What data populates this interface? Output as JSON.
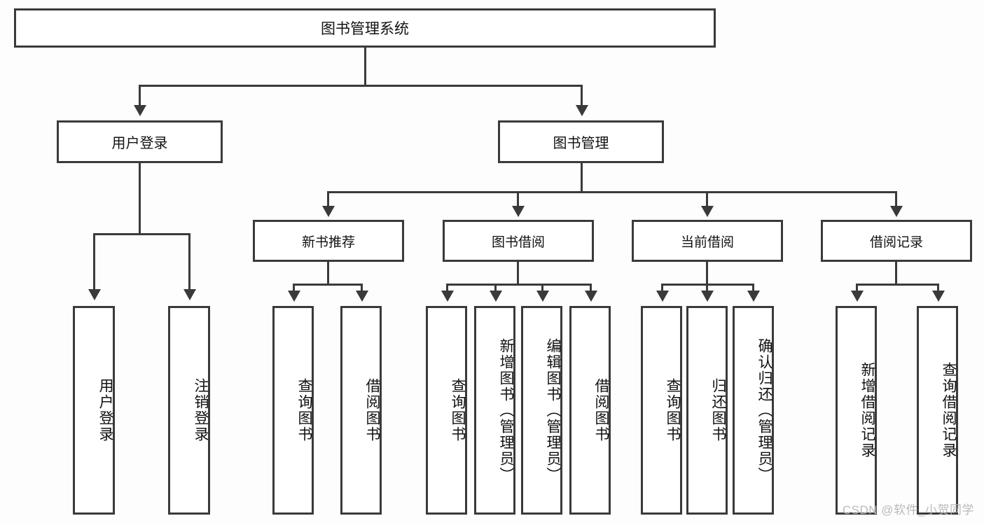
{
  "diagram": {
    "type": "hierarchy-tree",
    "title": "图书管理系统",
    "watermark": "CSDN @软件_小贺同学",
    "colors": {
      "box_border": "#3a3a3a",
      "box_fill": "#ffffff",
      "connector": "#3a3a3a",
      "background": "#fdfdfd",
      "watermark_text": "#b9b9b9"
    },
    "root": {
      "label": "图书管理系统"
    },
    "level2": [
      {
        "label": "用户登录"
      },
      {
        "label": "图书管理"
      }
    ],
    "level3": [
      {
        "label": "新书推荐"
      },
      {
        "label": "图书借阅"
      },
      {
        "label": "当前借阅"
      },
      {
        "label": "借阅记录"
      }
    ],
    "leaves": {
      "user_login": [
        {
          "label": "用户登录"
        },
        {
          "label": "注销登录"
        }
      ],
      "new_book_recommend": [
        {
          "label": "查询图书"
        },
        {
          "label": "借阅图书"
        }
      ],
      "book_borrow": [
        {
          "label": "查询图书"
        },
        {
          "label": "新增图书（管理员）"
        },
        {
          "label": "编辑图书（管理员）"
        },
        {
          "label": "借阅图书"
        }
      ],
      "current_borrow": [
        {
          "label": "查询图书"
        },
        {
          "label": "归还图书"
        },
        {
          "label": "确认归还（管理员）"
        }
      ],
      "borrow_record": [
        {
          "label": "新增借阅记录"
        },
        {
          "label": "查询借阅记录"
        }
      ]
    }
  }
}
